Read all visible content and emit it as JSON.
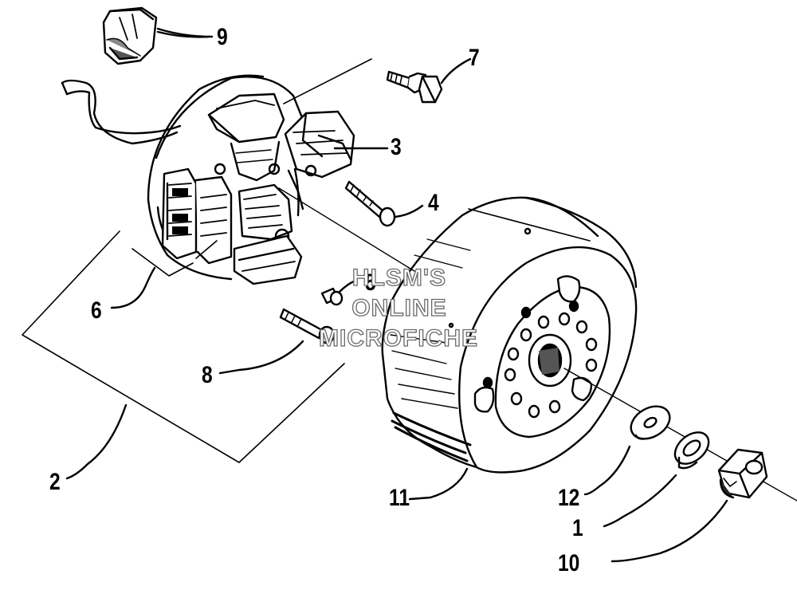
{
  "callouts": {
    "part_1": "1",
    "part_2": "2",
    "part_3": "3",
    "part_4": "4",
    "part_5": "5",
    "part_6": "6",
    "part_7": "7",
    "part_8": "8",
    "part_9": "9",
    "part_10": "10",
    "part_11": "11",
    "part_12": "12"
  },
  "watermark": {
    "line1": "HLSM'S",
    "line2": "ONLINE",
    "line3": "MICROFICHE"
  }
}
